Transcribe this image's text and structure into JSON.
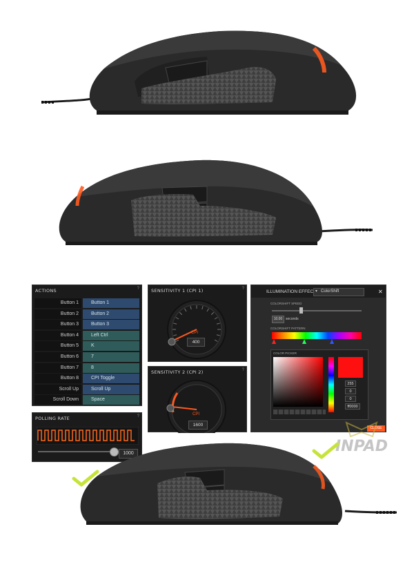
{
  "actions_panel": {
    "title": "ACTIONS",
    "help": "?",
    "rows": [
      {
        "button": "Button 1",
        "action": "Button 1",
        "style": "blue"
      },
      {
        "button": "Button 2",
        "action": "Button 2",
        "style": "blue"
      },
      {
        "button": "Button 3",
        "action": "Button 3",
        "style": "blue"
      },
      {
        "button": "Button 4",
        "action": "Left Ctrl",
        "style": "teal"
      },
      {
        "button": "Button 5",
        "action": "K",
        "style": "teal"
      },
      {
        "button": "Button 6",
        "action": "7",
        "style": "teal"
      },
      {
        "button": "Button 7",
        "action": "8",
        "style": "teal"
      },
      {
        "button": "Button 8",
        "action": "CPI Toggle",
        "style": "blue"
      },
      {
        "button": "Scroll Up",
        "action": "Scroll Up",
        "style": "blue"
      },
      {
        "button": "Scroll Down",
        "action": "Space",
        "style": "teal"
      }
    ]
  },
  "polling_panel": {
    "title": "POLLING RATE",
    "help": "?",
    "value": "1000",
    "slider_level": 0.95
  },
  "sensitivity1": {
    "title": "SENSITIVITY 1 (CPI 1)",
    "help": "?",
    "unit": "CPI",
    "value": "400"
  },
  "sensitivity2": {
    "title": "SENSITIVITY 2 (CPI 2)",
    "help": "?",
    "unit": "CPI",
    "value": "1600"
  },
  "illumination": {
    "title": "ILLUMINATION EFFECT",
    "effect": "ColorShift",
    "close_x": "✕",
    "speed_label": "COLORSHIFT SPEED",
    "speed_value": "10.00",
    "speed_unit": "seconds",
    "pattern_label": "COLORSHIFT PATTERN",
    "picker_label": "COLOR PICKER",
    "close_button": "CLOSE",
    "swatch_color": "#ff1010",
    "channel_values": [
      "255",
      "0",
      "0",
      "ff0000"
    ]
  },
  "watermark": "INPAD",
  "colors": {
    "panel_bg": "#1b1b1b",
    "accent_orange": "#ff5a1f",
    "row_blue": "#2e4a6e",
    "row_teal": "#2f5c5a",
    "check_green": "#c6e33a"
  }
}
